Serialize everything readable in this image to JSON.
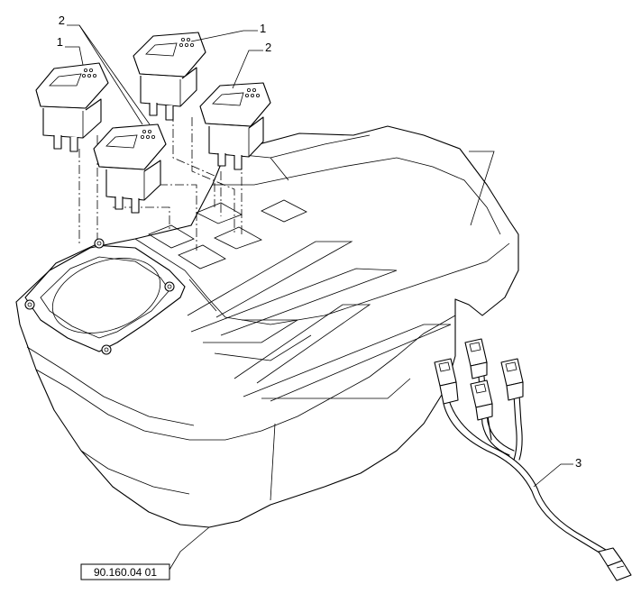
{
  "callouts": {
    "c1a": "1",
    "c1b": "1",
    "c2a": "2",
    "c2b": "2",
    "c3": "3"
  },
  "reference_box": "90.160.04 01"
}
